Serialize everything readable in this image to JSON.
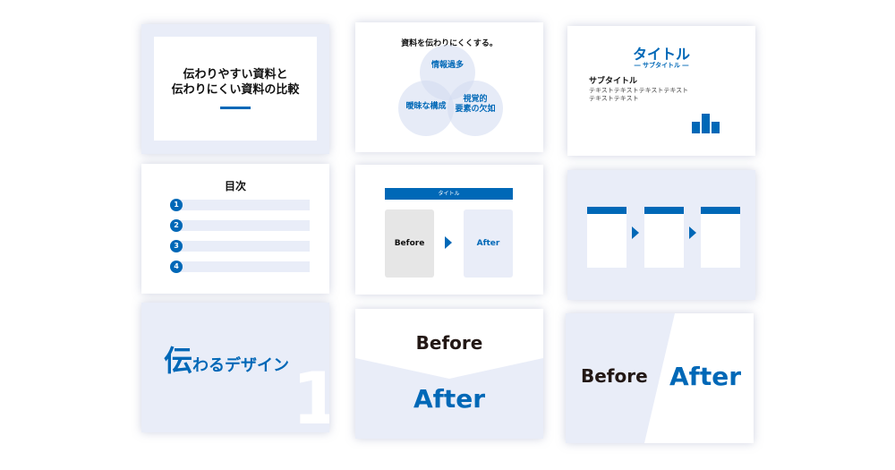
{
  "slides": {
    "s1": {
      "title_line1": "伝わりやすい資料と",
      "title_line2": "伝わりにくい資料の比較"
    },
    "s2": {
      "title": "資料を伝わりにくくする。",
      "c1": "情報過多",
      "c2": "曖昧な構成",
      "c3_line1": "視覚的",
      "c3_line2": "要素の欠如"
    },
    "s3": {
      "title": "タイトル",
      "subtitle": "― サブタイトル ―",
      "heading": "サブタイトル",
      "text_line1": "テキストテキストテキストテキスト",
      "text_line2": "テキストテキスト"
    },
    "s4": {
      "title": "目次",
      "items": [
        "1",
        "2",
        "3",
        "4"
      ]
    },
    "s5": {
      "header": "タイトル",
      "before": "Before",
      "after": "After"
    },
    "s7": {
      "title_big": "伝",
      "title_rest": "わるデザイン",
      "number": "1"
    },
    "s8": {
      "before": "Before",
      "after": "After"
    },
    "s9": {
      "before": "Before",
      "after": "After"
    }
  },
  "colors": {
    "blue": "#0068b7",
    "light": "#e9edf8"
  }
}
